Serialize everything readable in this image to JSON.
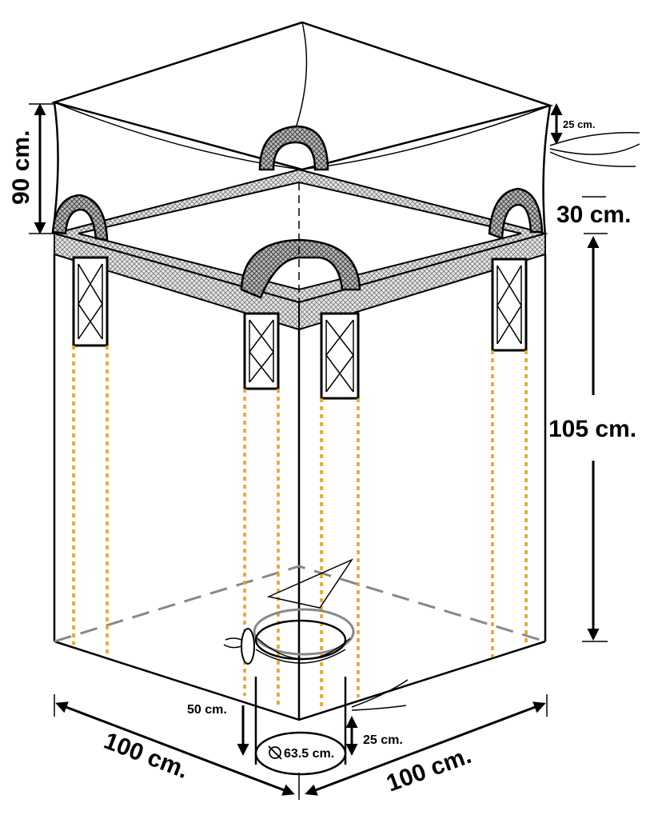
{
  "dimensions": {
    "top_skirt_height": "90 cm.",
    "top_spout_tie": "25 cm.",
    "loop_height": "30 cm.",
    "body_height": "105 cm.",
    "bottom_spout_length": "50 cm.",
    "bottom_spout_tie": "25 cm.",
    "bottom_spout_diameter": "63.5 cm.",
    "width_left": "100 cm.",
    "width_right": "100 cm."
  },
  "colors": {
    "outline": "#000000",
    "stitch_lines": "#f0a020",
    "hidden_edges": "#888888",
    "background": "#ffffff"
  },
  "icons": {
    "diameter_symbol": "diameter-icon"
  }
}
